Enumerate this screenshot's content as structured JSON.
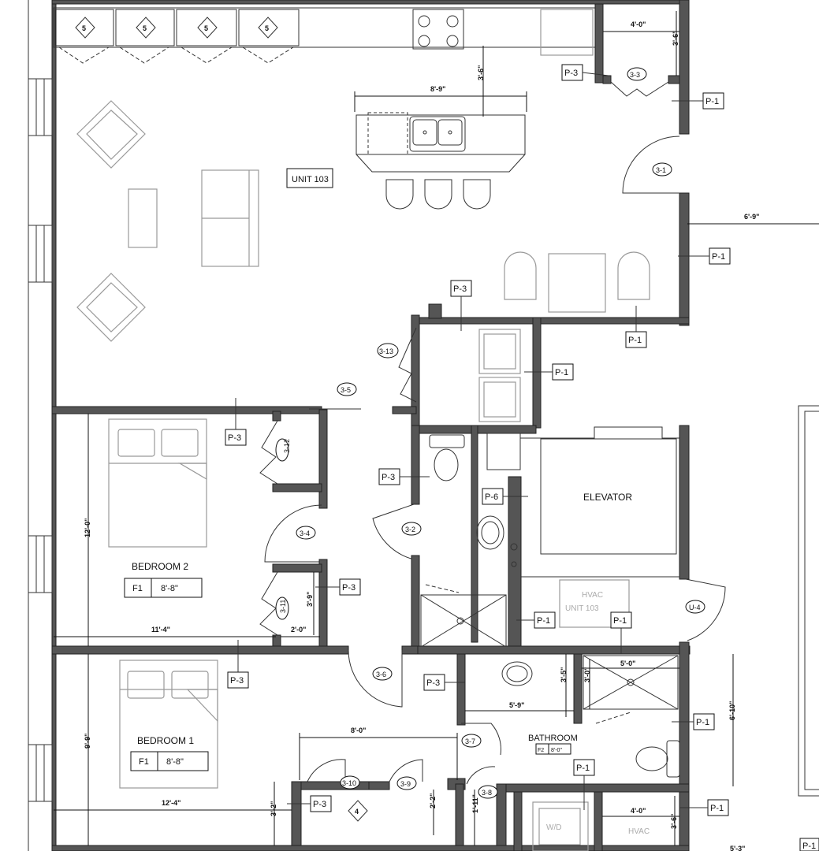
{
  "unit_label": "UNIT 103",
  "rooms": {
    "bedroom2": "BEDROOM 2",
    "bedroom1": "BEDROOM 1",
    "bathroom": "BATHROOM",
    "elevator": "ELEVATOR",
    "hvac_line1": "HVAC",
    "hvac_line2": "UNIT 103",
    "hvac_small": "HVAC",
    "wd": "W/D"
  },
  "finish_tags": {
    "bed2_code": "F1",
    "bed2_height": "8'-8\"",
    "bed1_code": "F1",
    "bed1_height": "8'-8\"",
    "bath_code": "F2",
    "bath_height": "8'-0\""
  },
  "partition_tags": {
    "p3": "P-3",
    "p1": "P-1",
    "p6": "P-6"
  },
  "door_tags": {
    "d33": "3-3",
    "d31": "3-1",
    "d313": "3-13",
    "d35": "3-5",
    "d312": "3-12",
    "d34": "3-4",
    "d32": "3-2",
    "d311": "3-11",
    "u4": "U-4",
    "d36": "3-6",
    "d37": "3-7",
    "d310": "3-10",
    "d39": "3-9",
    "d38": "3-8"
  },
  "cabinet_tags": {
    "c5": "5",
    "c4": "4"
  },
  "dimensions": {
    "d40a": "4'-0\"",
    "d36a": "3'-6\"",
    "d89": "8'-9\"",
    "d36b": "3'-6\"",
    "d69": "6'-9\"",
    "d120": "12'-0\"",
    "d114": "11'-4\"",
    "d39": "3'-9\"",
    "d20": "2'-0\"",
    "d50": "5'-0\"",
    "d35": "3'-5\"",
    "d30": "3'-0\"",
    "d59": "5'-9\"",
    "d610": "6'-10\"",
    "d99": "9'-9\"",
    "d80": "8'-0\"",
    "d124": "12'-4\"",
    "d32": "3'-2\"",
    "d22": "2'-2\"",
    "d111": "1'-11\"",
    "d40b": "4'-0\"",
    "d36c": "3'-6\"",
    "d53": "5'-3\""
  }
}
